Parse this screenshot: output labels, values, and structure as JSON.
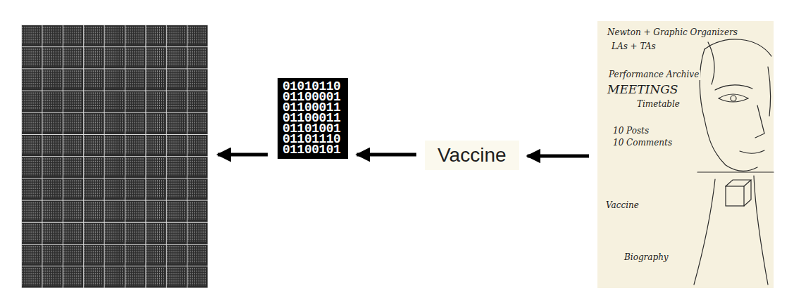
{
  "diagram": {
    "nodes": [
      {
        "text": []
      },
      {
        "text": [
          "01010110 01100001 01100011 01100011 01101001 01101110 01100101"
        ]
      },
      {
        "text": [
          "Vaccine"
        ]
      },
      {
        "text": [
          "Newton + Graphic Organizers",
          "LAs + TAs",
          "Performance Archive",
          "MEETINGS",
          "Timetable",
          "10 Posts",
          "10 Comments",
          "Vaccine",
          "Biography"
        ]
      }
    ],
    "edges": [
      {
        "from": 3,
        "to": 2,
        "arrow": "to"
      },
      {
        "from": 2,
        "to": 1,
        "arrow": "to"
      },
      {
        "from": 1,
        "to": 0,
        "arrow": "to"
      }
    ]
  }
}
